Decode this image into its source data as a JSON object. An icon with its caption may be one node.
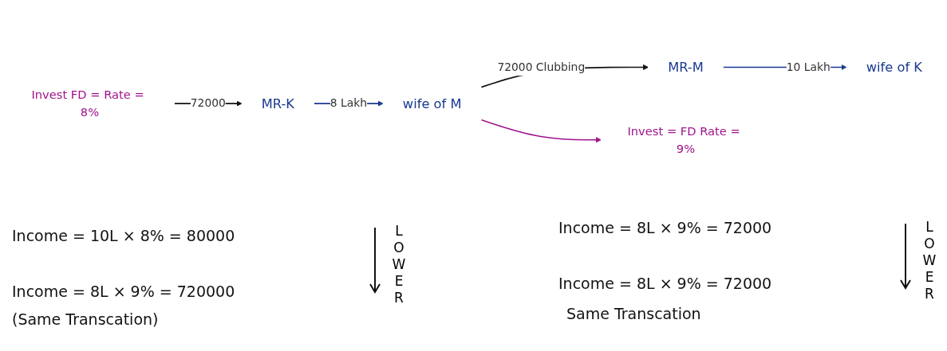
{
  "diagram": {
    "nodes": [
      {
        "text": [
          "MR-K"
        ]
      },
      {
        "text": [
          "MR-M"
        ]
      },
      {
        "text": [
          "wife of K"
        ]
      },
      {
        "text": [
          "wife of M"
        ]
      },
      {
        "text": [
          "Invest FD = Rate = 8%"
        ]
      },
      {
        "text": [
          "Invest = FD Rate = 9%"
        ]
      }
    ],
    "edges": [
      {
        "from": 0,
        "to": 3,
        "arrow": "to",
        "label": "8 Lakh",
        "color": "#1a3a8f"
      },
      {
        "from": 1,
        "to": 2,
        "arrow": "to",
        "label": "10 Lakh",
        "color": "#1a3a8f"
      },
      {
        "from": 4,
        "to": 0,
        "arrow": "to",
        "label": "72000",
        "color": "#111111"
      },
      {
        "from": 3,
        "to": 1,
        "arrow": "to",
        "label": "72000 Clubbing",
        "color": "#111111"
      },
      {
        "from": 3,
        "to": 5,
        "arrow": "to",
        "color": "#a0148c"
      }
    ],
    "labels": [
      "Income = 10L × 8% = 80000",
      "Income = 8L × 9% = 720000",
      "(Same Transcation)",
      "LOWER",
      "Income = 8L × 9% = 72000",
      "Income = 8L × 9% = 72000",
      "Same Transcation",
      "LOWER"
    ]
  }
}
